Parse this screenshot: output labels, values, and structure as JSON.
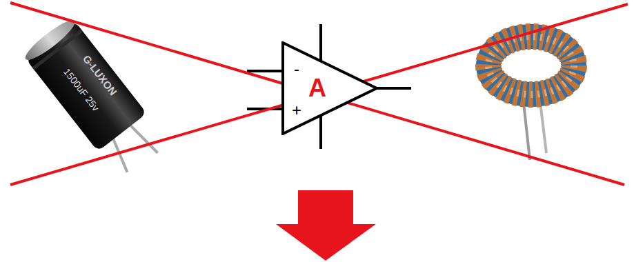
{
  "diagram": {
    "nodes": [
      {
        "text": [
          "-",
          "A",
          "+"
        ]
      }
    ],
    "labels": [
      "G-LUXON",
      "1500uF 25v"
    ]
  }
}
